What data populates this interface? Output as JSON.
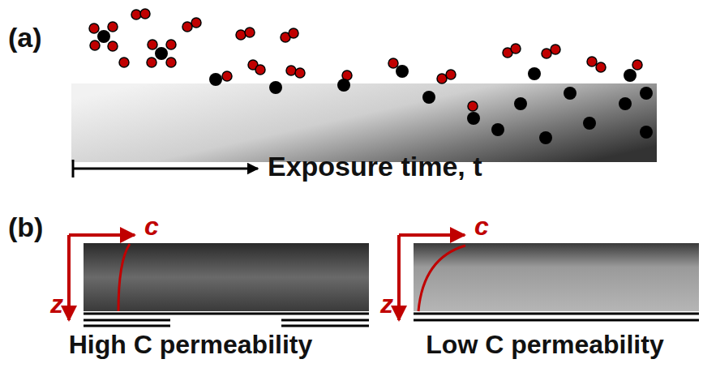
{
  "diagram": {
    "labels": [
      "(a)",
      "Exposure time, t",
      "(b)",
      "c",
      "z",
      "c",
      "z",
      "High C permeability",
      "Low C permeability"
    ]
  }
}
